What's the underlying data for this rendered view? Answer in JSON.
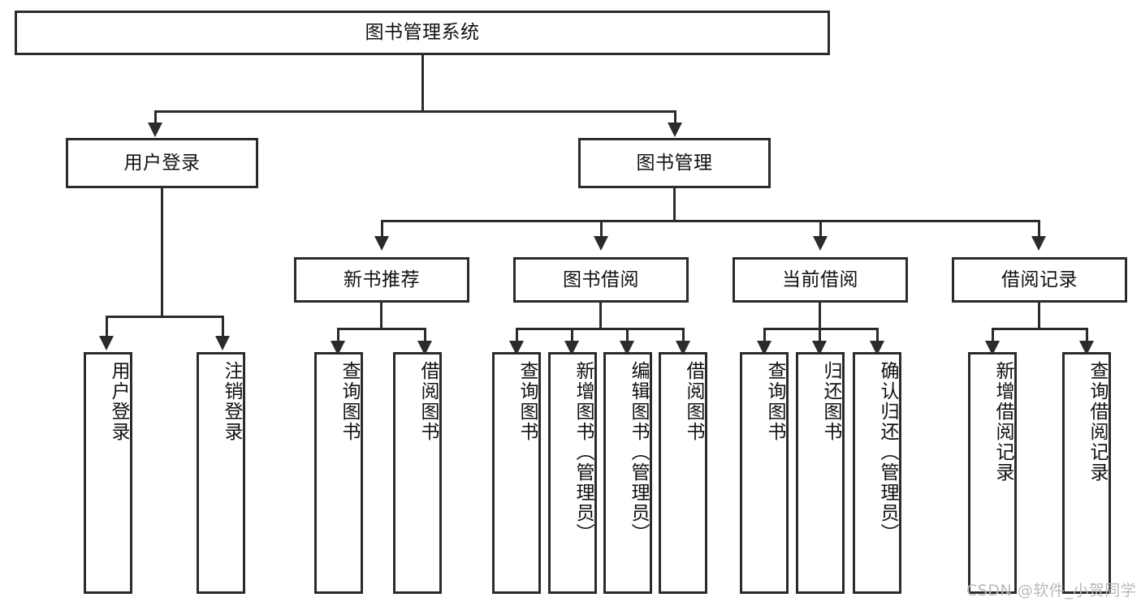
{
  "diagram": {
    "title": "图书管理系统",
    "type": "hierarchy-tree",
    "levels": 4,
    "root": {
      "label": "图书管理系统",
      "orientation": "horizontal"
    },
    "level2": [
      {
        "label": "用户登录",
        "orientation": "horizontal"
      },
      {
        "label": "图书管理",
        "orientation": "horizontal"
      }
    ],
    "level3": [
      {
        "label": "新书推荐",
        "orientation": "horizontal"
      },
      {
        "label": "图书借阅",
        "orientation": "horizontal"
      },
      {
        "label": "当前借阅",
        "orientation": "horizontal"
      },
      {
        "label": "借阅记录",
        "orientation": "horizontal"
      }
    ],
    "leaves": {
      "user_login": [
        {
          "label": "用户登录",
          "orientation": "vertical"
        },
        {
          "label": "注销登录",
          "orientation": "vertical"
        }
      ],
      "new_book_recommend": [
        {
          "label": "查询图书",
          "orientation": "vertical"
        },
        {
          "label": "借阅图书",
          "orientation": "vertical"
        }
      ],
      "book_borrow": [
        {
          "label": "查询图书",
          "orientation": "vertical"
        },
        {
          "label": "新增图书（管理员）",
          "orientation": "vertical"
        },
        {
          "label": "编辑图书（管理员）",
          "orientation": "vertical"
        },
        {
          "label": "借阅图书",
          "orientation": "vertical"
        }
      ],
      "current_borrow": [
        {
          "label": "查询图书",
          "orientation": "vertical"
        },
        {
          "label": "归还图书",
          "orientation": "vertical"
        },
        {
          "label": "确认归还（管理员）",
          "orientation": "vertical"
        }
      ],
      "borrow_record": [
        {
          "label": "新增借阅记录",
          "orientation": "vertical"
        },
        {
          "label": "查询借阅记录",
          "orientation": "vertical"
        }
      ]
    }
  },
  "watermark": {
    "text": "CSDN @软件_小贺同学"
  },
  "colors": {
    "stroke": "#2b2b2b",
    "fill": "#ffffff",
    "text": "#111111",
    "watermark": "#b9b9b9"
  }
}
